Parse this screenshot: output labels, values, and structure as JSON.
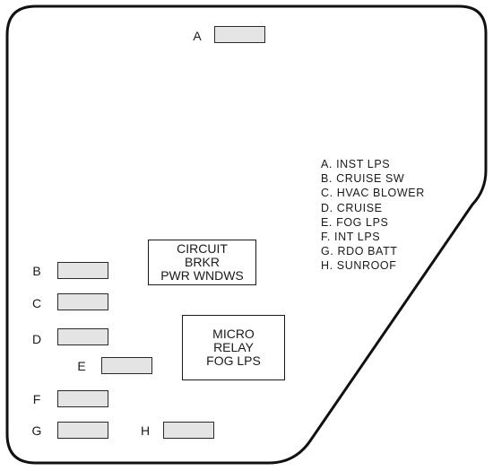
{
  "fuses": [
    {
      "letter": "A"
    },
    {
      "letter": "B"
    },
    {
      "letter": "C"
    },
    {
      "letter": "D"
    },
    {
      "letter": "E"
    },
    {
      "letter": "F"
    },
    {
      "letter": "G"
    },
    {
      "letter": "H"
    }
  ],
  "circuit_breaker": {
    "lines": [
      "CIRCUIT",
      "BRKR",
      "PWR WNDWS"
    ]
  },
  "relay": {
    "lines": [
      "MICRO",
      "RELAY",
      "FOG LPS"
    ]
  },
  "legend": [
    "A. INST LPS",
    "B. CRUISE SW",
    "C. HVAC BLOWER",
    "D. CRUISE",
    "E. FOG LPS",
    "F. INT LPS",
    "G. RDO BATT",
    "H. SUNROOF"
  ]
}
